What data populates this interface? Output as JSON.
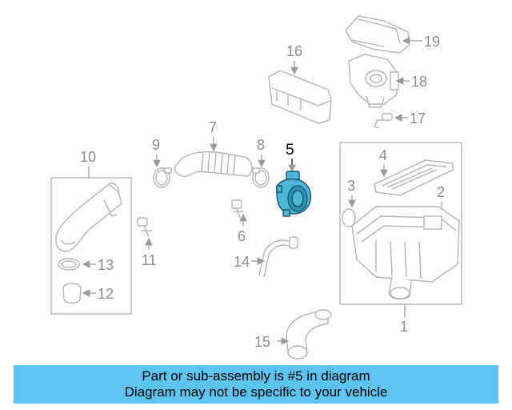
{
  "colors": {
    "highlight": "#4ab7d9",
    "banner": "#5bc4f0",
    "part_line": "#b4b4b4"
  },
  "callouts": {
    "c1": "1",
    "c2": "2",
    "c3": "3",
    "c4": "4",
    "c5": "5",
    "c6": "6",
    "c7": "7",
    "c8": "8",
    "c9": "9",
    "c10": "10",
    "c11": "11",
    "c12": "12",
    "c13": "13",
    "c14": "14",
    "c15": "15",
    "c16": "16",
    "c17": "17",
    "c18": "18",
    "c19": "19"
  },
  "highlighted_part": "5",
  "banner": {
    "line1": "Part or sub-assembly is #5 in diagram",
    "line2": "Diagram may not be specific to your vehicle"
  }
}
